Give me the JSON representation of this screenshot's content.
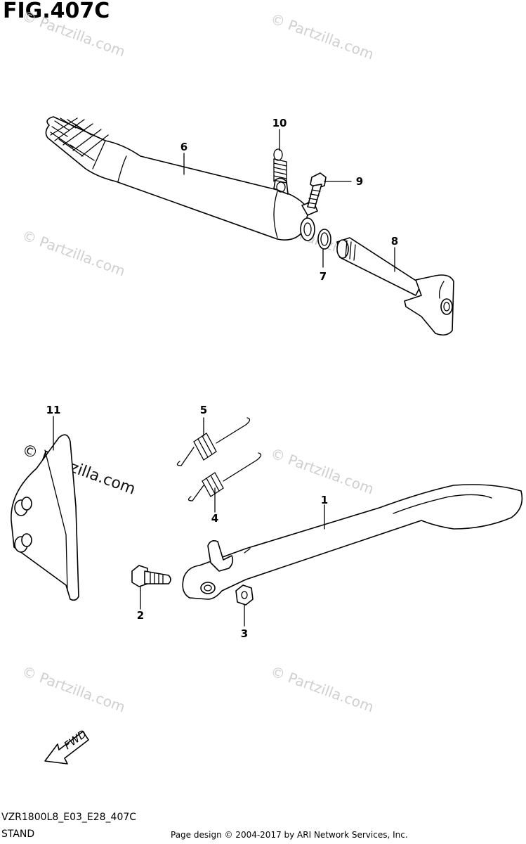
{
  "figure": {
    "title": "FIG.407C",
    "model_code": "VZR1800L8_E03_E28_407C",
    "section_name": "STAND",
    "credit": "Page design © 2004-2017 by ARI Network Services, Inc."
  },
  "direction_label": "FWD",
  "watermarks": {
    "text": "© Partzilla.com",
    "bold_text": "© Partzilla.com"
  },
  "callouts": [
    {
      "id": "1",
      "part": "side-stand"
    },
    {
      "id": "2",
      "part": "stand-bolt"
    },
    {
      "id": "3",
      "part": "nut"
    },
    {
      "id": "4",
      "part": "spring-lower"
    },
    {
      "id": "5",
      "part": "spring-upper"
    },
    {
      "id": "6",
      "part": "stand-lever"
    },
    {
      "id": "7",
      "part": "o-ring"
    },
    {
      "id": "8",
      "part": "shaft"
    },
    {
      "id": "9",
      "part": "bolt"
    },
    {
      "id": "10",
      "part": "spring"
    },
    {
      "id": "11",
      "part": "bracket"
    }
  ]
}
